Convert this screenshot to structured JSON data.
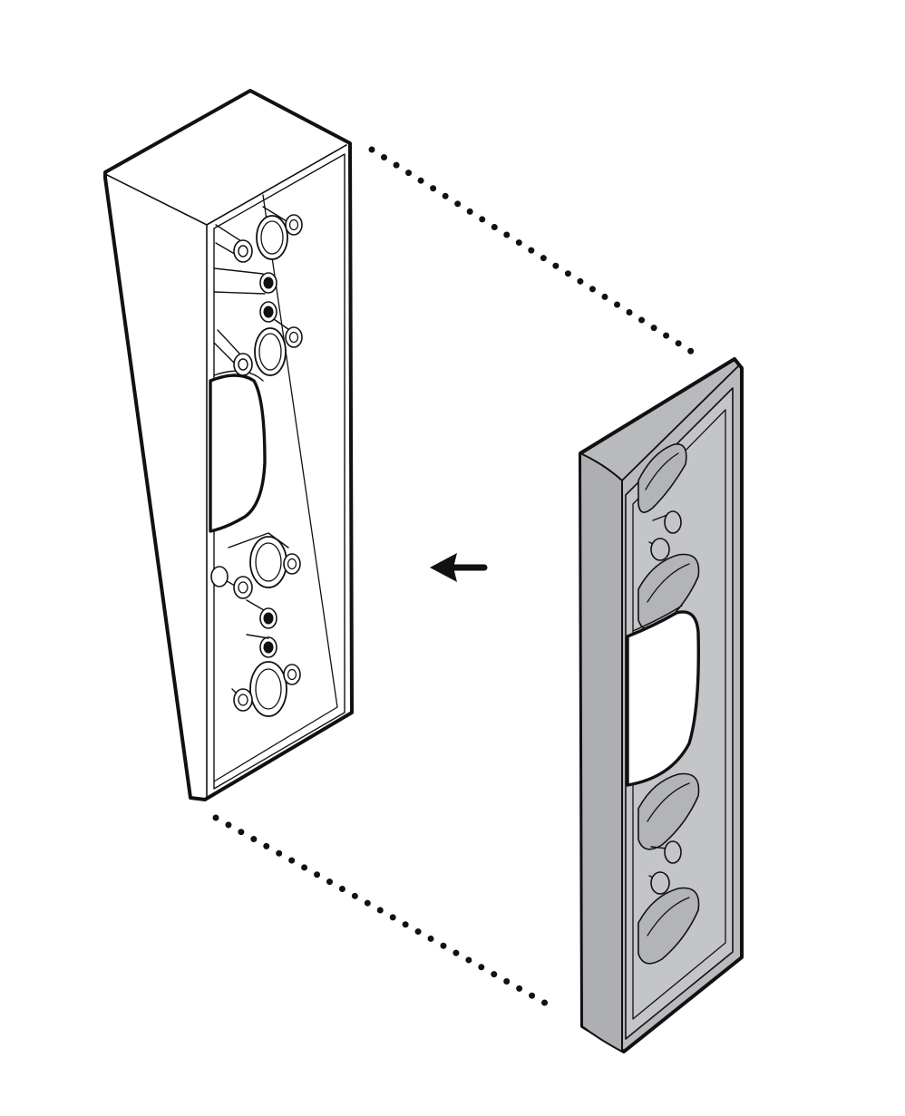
{
  "diagram": {
    "colors": {
      "background": "#ffffff",
      "stroke": "#111111",
      "wedge_fill": "#ffffff",
      "plate_fill": "#b9babd",
      "plate_inner": "#c4c5c8",
      "hole_fill": "#ffffff"
    },
    "parts": [
      {
        "id": "angled-wedge-mount",
        "label": ""
      },
      {
        "id": "mounting-plate",
        "label": ""
      }
    ],
    "icons": [
      "left-arrow-icon"
    ],
    "connectors": [
      "dotted-guide-top",
      "dotted-guide-bottom"
    ]
  }
}
